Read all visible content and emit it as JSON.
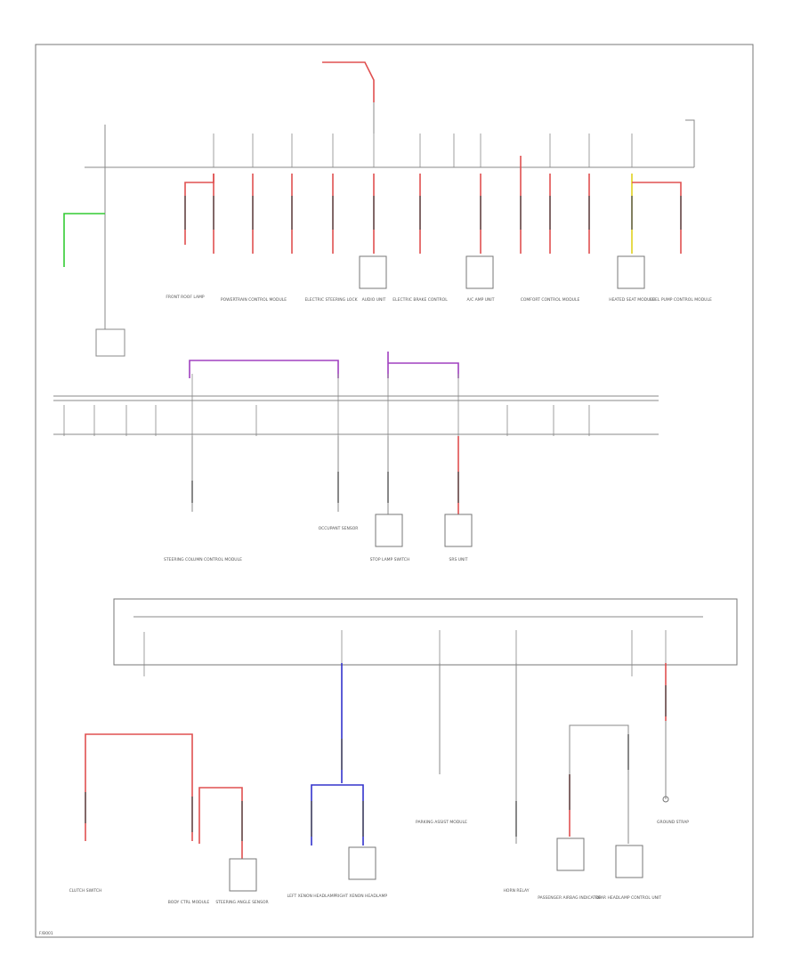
{
  "diagram": {
    "footer_code": "F/B001",
    "components": {
      "top_row": [
        {
          "key": "c1",
          "label": "FRONT ROOF LAMP"
        },
        {
          "key": "c2",
          "label": "POWERTRAIN CONTROL MODULE"
        },
        {
          "key": "c3",
          "label": "ELECTRIC STEERING LOCK"
        },
        {
          "key": "c4",
          "label": "AUDIO UNIT"
        },
        {
          "key": "c5",
          "label": "ELECTRIC BRAKE CONTROL"
        },
        {
          "key": "c6",
          "label": "A/C AMP UNIT"
        },
        {
          "key": "c7",
          "label": "COMFORT CONTROL MODULE"
        },
        {
          "key": "c8",
          "label": "HEATED SEAT MODULE"
        },
        {
          "key": "c9",
          "label": "FUEL PUMP CONTROL MODULE"
        }
      ],
      "mid_row": [
        {
          "key": "m1",
          "label": "STEERING COLUMN CONTROL MODULE"
        },
        {
          "key": "m2",
          "label": "OCCUPANT SENSOR"
        },
        {
          "key": "m3",
          "label": "STOP LAMP SWITCH"
        },
        {
          "key": "m4",
          "label": "SRS UNIT"
        }
      ],
      "bottom_row": [
        {
          "key": "b1",
          "label": "CLUTCH SWITCH"
        },
        {
          "key": "b2",
          "label": "BODY CTRL MODULE"
        },
        {
          "key": "b3",
          "label": "STEERING ANGLE SENSOR"
        },
        {
          "key": "b4",
          "label": "LEFT XENON HEADLAMP"
        },
        {
          "key": "b5",
          "label": "RIGHT XENON HEADLAMP"
        },
        {
          "key": "b6",
          "label": "PARKING ASSIST MODULE"
        },
        {
          "key": "b7",
          "label": "HORN RELAY"
        },
        {
          "key": "b8",
          "label": "PASSENGER AIRBAG INDICATOR"
        },
        {
          "key": "b9",
          "label": "REAR HEADLAMP CONTROL UNIT"
        },
        {
          "key": "b10",
          "label": "GROUND STRAP"
        }
      ]
    },
    "colors": {
      "red": "#e05050",
      "green": "#33cc33",
      "purple": "#a040c0",
      "blue": "#3333cc",
      "yellow": "#e0d020",
      "bus": "#888888"
    }
  }
}
